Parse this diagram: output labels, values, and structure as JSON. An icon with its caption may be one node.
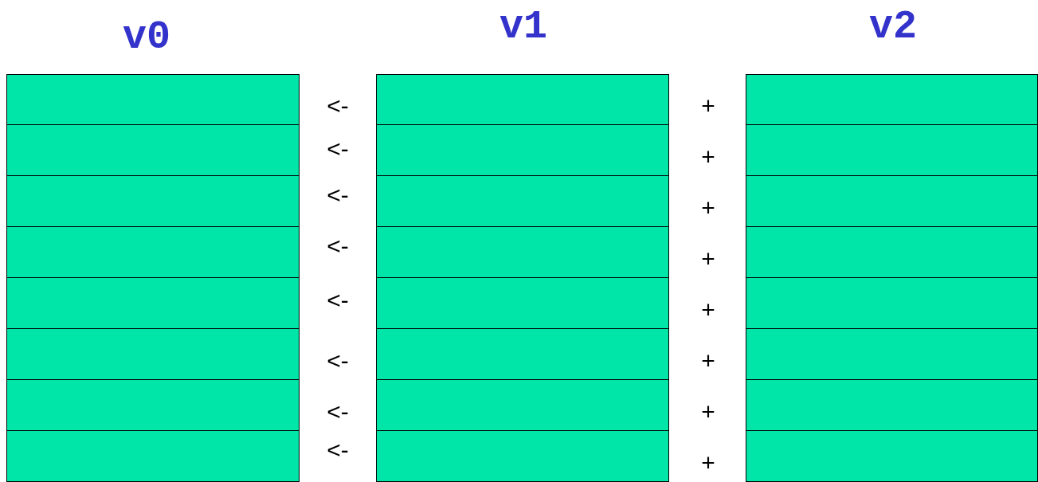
{
  "diagram": {
    "nodes": [
      {
        "text": [
          "v0"
        ]
      },
      {
        "text": [],
        "shape": "box",
        "in": 0
      },
      {
        "text": [],
        "shape": "box",
        "in": 0
      },
      {
        "text": [],
        "shape": "box",
        "in": 0
      },
      {
        "text": [],
        "shape": "box",
        "in": 0
      },
      {
        "text": [],
        "shape": "box",
        "in": 0
      },
      {
        "text": [],
        "shape": "box",
        "in": 0
      },
      {
        "text": [],
        "shape": "box",
        "in": 0
      },
      {
        "text": [],
        "shape": "box",
        "in": 0
      },
      {
        "text": [
          "v1"
        ]
      },
      {
        "text": [],
        "shape": "box",
        "in": 9
      },
      {
        "text": [],
        "shape": "box",
        "in": 9
      },
      {
        "text": [],
        "shape": "box",
        "in": 9
      },
      {
        "text": [],
        "shape": "box",
        "in": 9
      },
      {
        "text": [],
        "shape": "box",
        "in": 9
      },
      {
        "text": [],
        "shape": "box",
        "in": 9
      },
      {
        "text": [],
        "shape": "box",
        "in": 9
      },
      {
        "text": [],
        "shape": "box",
        "in": 9
      },
      {
        "text": [
          "v2"
        ]
      },
      {
        "text": [],
        "shape": "box",
        "in": 18
      },
      {
        "text": [],
        "shape": "box",
        "in": 18
      },
      {
        "text": [],
        "shape": "box",
        "in": 18
      },
      {
        "text": [],
        "shape": "box",
        "in": 18
      },
      {
        "text": [],
        "shape": "box",
        "in": 18
      },
      {
        "text": [],
        "shape": "box",
        "in": 18
      },
      {
        "text": [],
        "shape": "box",
        "in": 18
      },
      {
        "text": [],
        "shape": "box",
        "in": 18
      }
    ],
    "edges": [],
    "labels": [
      "<-",
      "+",
      "<-",
      "+",
      "<-",
      "+",
      "<-",
      "+",
      "<-",
      "+",
      "<-",
      "+",
      "<-",
      "+",
      "<-",
      "+"
    ]
  }
}
